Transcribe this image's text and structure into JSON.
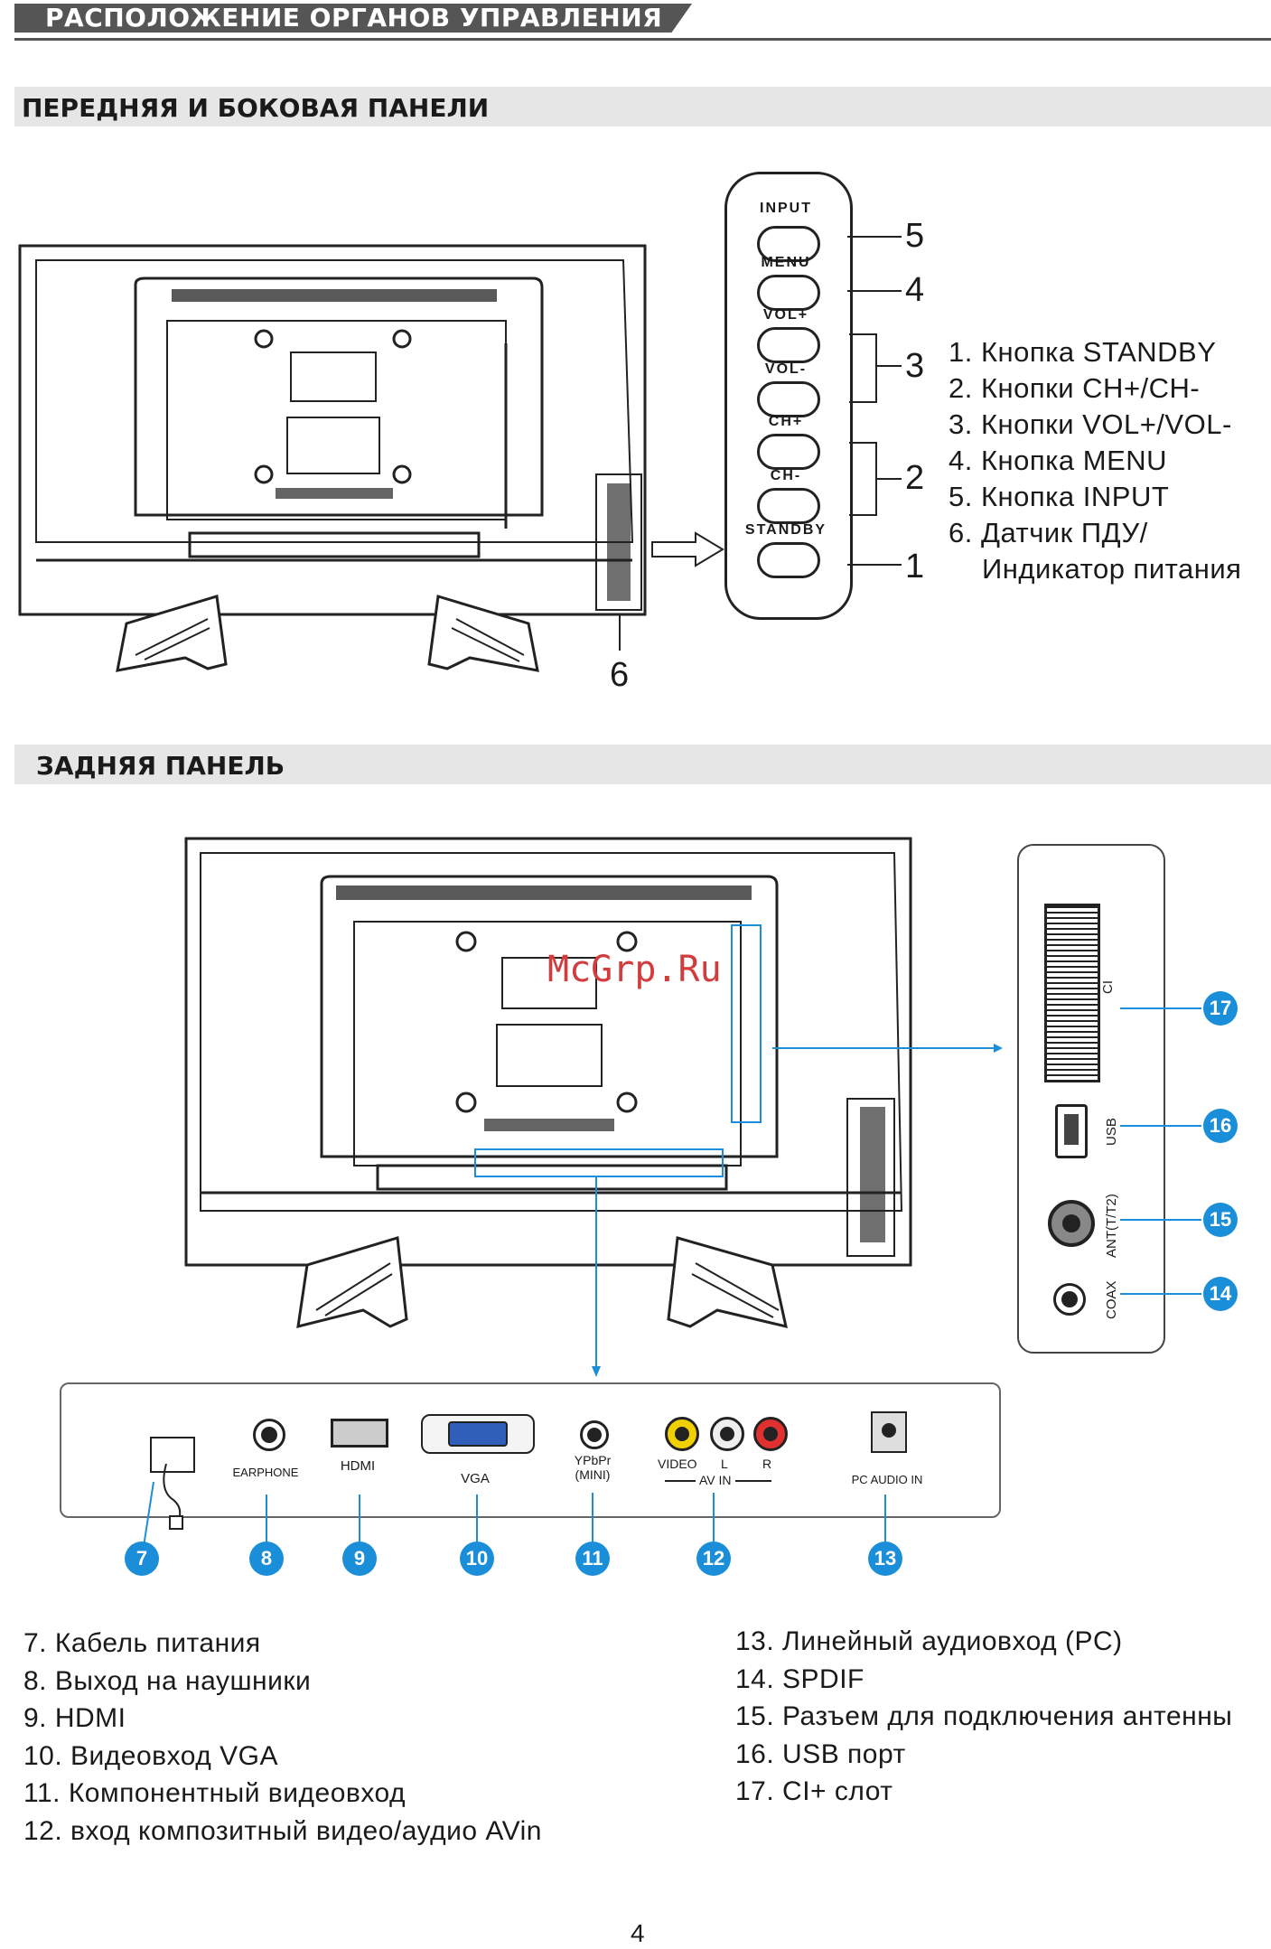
{
  "header": {
    "title": "РАСПОЛОЖЕНИЕ ОРГАНОВ УПРАВЛЕНИЯ"
  },
  "sections": {
    "front": "ПЕРЕДНЯЯ И БОКОВАЯ ПАНЕЛИ",
    "rear": "ЗАДНЯЯ ПАНЕЛЬ"
  },
  "side_buttons": {
    "labels": [
      "INPUT",
      "MENU",
      "VOL+",
      "VOL-",
      "CH+",
      "CH-",
      "STANDBY"
    ],
    "callouts": [
      "5",
      "4",
      "3",
      "2",
      "1",
      "6"
    ]
  },
  "front_list": [
    "1. Кнопка STANDBY",
    "2. Кнопки CH+/CH-",
    "3. Кнопки VOL+/VOL-",
    "4. Кнопка MENU",
    "5. Кнопка INPUT",
    "6. Датчик ПДУ/",
    "Индикатор питания"
  ],
  "watermark": "McGrp.Ru",
  "side_ports": {
    "ci": "CI",
    "usb": "USB",
    "ant": "ANT(T/T2)",
    "coax": "COAX",
    "badges": [
      "17",
      "16",
      "15",
      "14"
    ]
  },
  "bottom_ports": {
    "earphone": "EARPHONE",
    "hdmi": "HDMI",
    "vga": "VGA",
    "ypbpr": "YPbPr",
    "mini": "(MINI)",
    "video": "VIDEO",
    "l": "L",
    "r": "R",
    "avin": "AV IN",
    "pcaudio": "PC AUDIO IN",
    "badges": [
      "7",
      "8",
      "9",
      "10",
      "11",
      "12",
      "13"
    ]
  },
  "rear_list_left": [
    "7.    Кабель питания",
    "8.    Выход на наушники",
    "9.    HDMI",
    "10. Видеовход VGA",
    "11. Компонентный видеовход",
    "12. вход композитный видео/аудио AVin"
  ],
  "rear_list_right": [
    "13. Линейный аудиовход (PC)",
    "14. SPDIF",
    "15. Разъем для подключения антенны",
    "16. USB порт",
    "17. CI+ слот"
  ],
  "page_number": "4",
  "colors": {
    "accent": "#1a8ed8",
    "header": "#555555",
    "band": "#e6e6e6"
  }
}
